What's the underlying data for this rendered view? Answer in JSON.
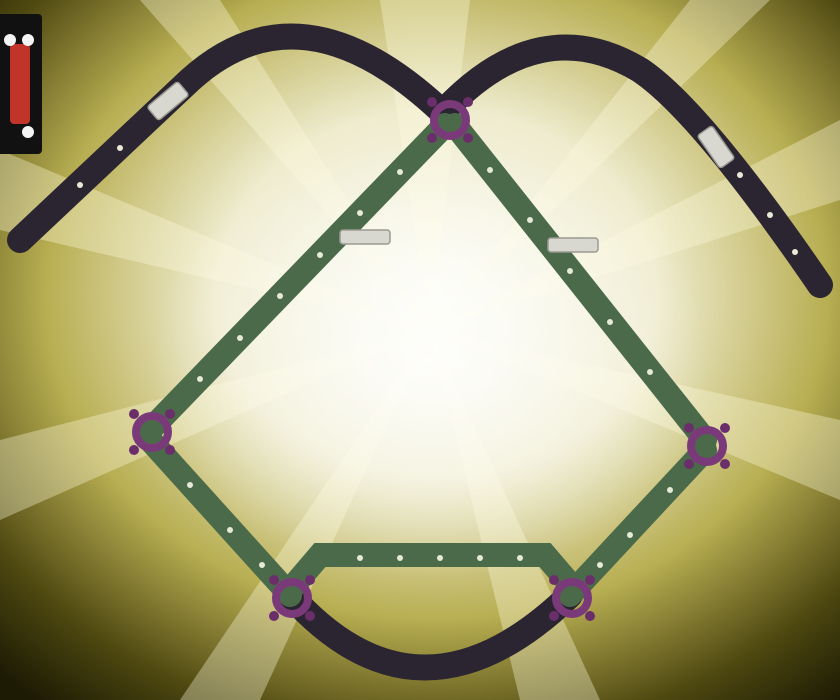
{
  "scene": {
    "subject": "track-pieces-assembly",
    "step_number": "1",
    "colors": {
      "background_glow": "#f3f0dc",
      "background_dark": "#262606",
      "curved_track": "#2a2530",
      "straight_track": "#4a6a4a",
      "connector_hub": "#7a3a7a",
      "clip": "#d8d8d0",
      "badge_red": "#c0342a"
    },
    "icons": [
      "step-number-badge",
      "curved-track-piece",
      "straight-track-piece",
      "connector-hub",
      "track-clip"
    ]
  }
}
